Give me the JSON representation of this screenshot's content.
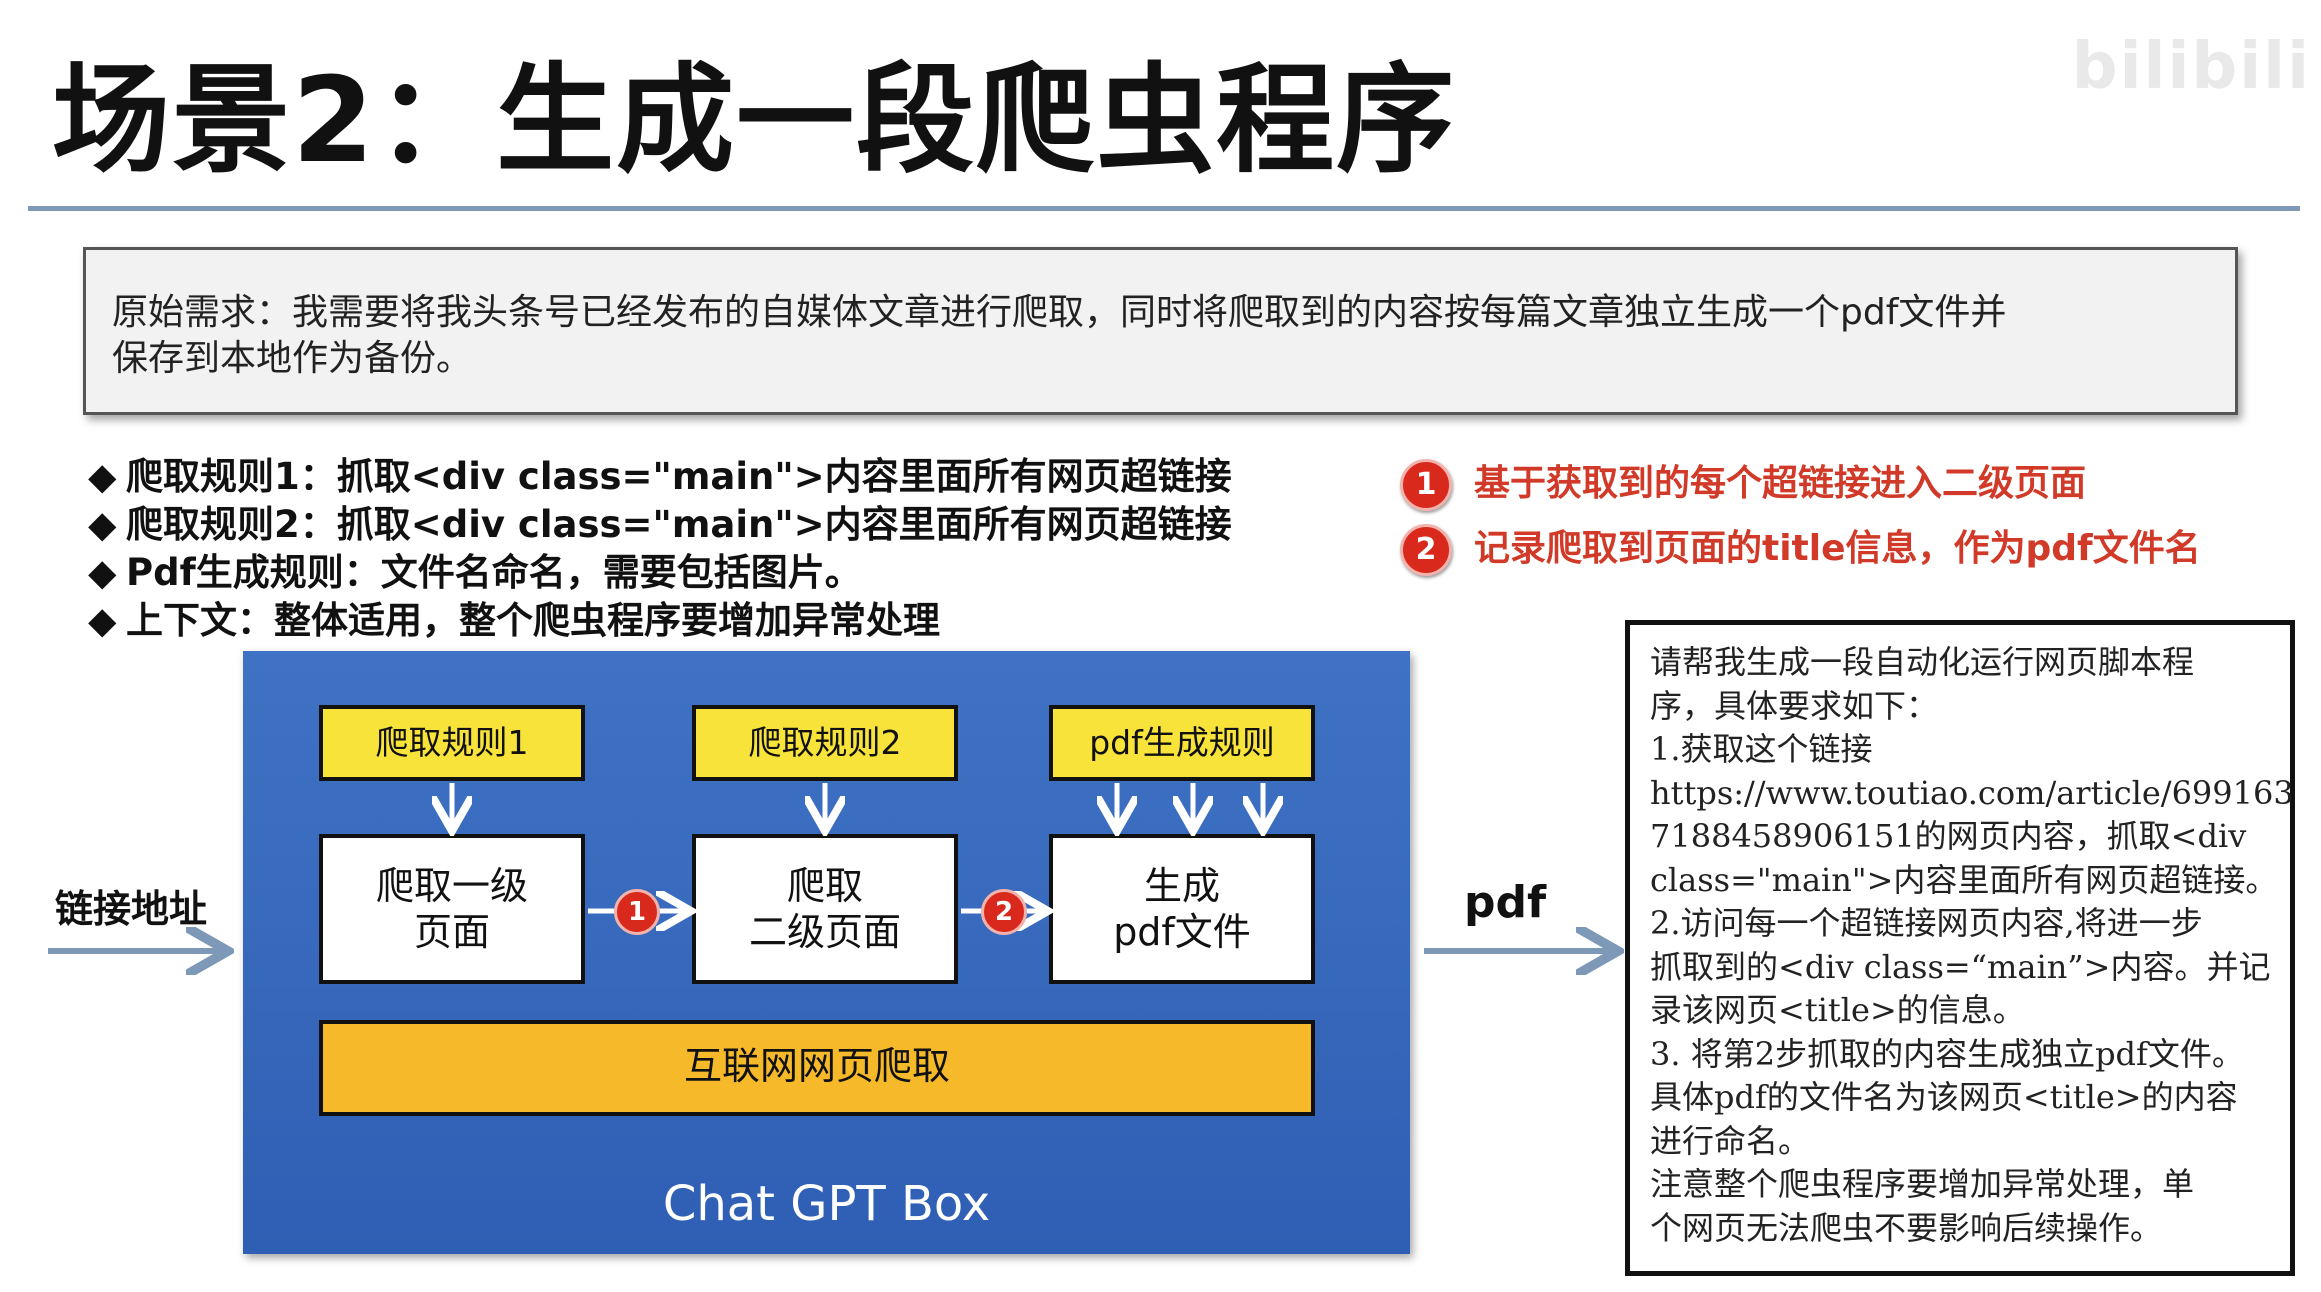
{
  "title": "场景2：生成一段爬虫程序",
  "watermark": "bilibili",
  "requirement": {
    "line1": "原始需求：我需要将我头条号已经发布的自媒体文章进行爬取，同时将爬取到的内容按每篇文章独立生成一个pdf文件并",
    "line2": "保存到本地作为备份。"
  },
  "rules": [
    {
      "bullet": "◆",
      "text": "爬取规则1：抓取<div class=\"main\">内容里面所有网页超链接"
    },
    {
      "bullet": "◆",
      "text": "爬取规则2：抓取<div class=\"main\">内容里面所有网页超链接"
    },
    {
      "bullet": "◆",
      "text": "Pdf生成规则：文件名命名，需要包括图片。"
    },
    {
      "bullet": "◆",
      "text": "上下文：整体适用，整个爬虫程序要增加异常处理"
    }
  ],
  "notes": [
    {
      "badge": "1",
      "text": "基于获取到的每个超链接进入二级页面"
    },
    {
      "badge": "2",
      "text": "记录爬取到页面的title信息，作为pdf文件名"
    }
  ],
  "diagram": {
    "input_label": "链接地址",
    "output_label": "pdf",
    "rule_boxes": [
      "爬取规则1",
      "爬取规则2",
      "pdf生成规则"
    ],
    "process_boxes": [
      {
        "line1": "爬取一级",
        "line2": "页面"
      },
      {
        "line1": "爬取",
        "line2": "二级页面"
      },
      {
        "line1": "生成",
        "line2": "pdf文件"
      }
    ],
    "flow_badges": [
      "1",
      "2"
    ],
    "base_bar": "互联网网页爬取",
    "box_label": "Chat GPT Box"
  },
  "prompt_lines": [
    "请帮我生成一段自动化运行网页脚本程",
    "序，具体要求如下：",
    "1.获取这个链接",
    "https://www.toutiao.com/article/699163",
    "7188458906151的网页内容，抓取<div",
    "class=\"main\">内容里面所有网页超链接。",
    "2.访问每一个超链接网页内容,将进一步",
    "抓取到的<div class=“main”>内容。并记",
    "录该网页<title>的信息。",
    "3. 将第2步抓取的内容生成独立pdf文件。",
    "具体pdf的文件名为该网页<title>的内容",
    "进行命名。",
    "注意整个爬虫程序要增加异常处理，单",
    "个网页无法爬虫不要影响后续操作。"
  ],
  "colors": {
    "accent_blue": "#2f5fb4",
    "rule_yellow": "#f7e33a",
    "bar_orange": "#f5b92a",
    "badge_red": "#d8291c",
    "note_red": "#d13a28",
    "arrow_blue": "#7e98b8"
  }
}
